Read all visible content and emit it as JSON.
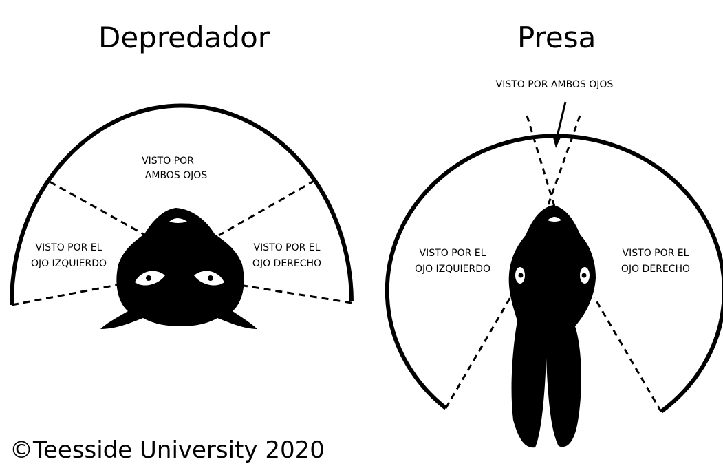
{
  "predator": {
    "title": "Depredador",
    "binocular_label_1": "VISTO POR",
    "binocular_label_2": "AMBOS OJOS",
    "left_label_1": "VISTO POR EL",
    "left_label_2": "OJO IZQUIERDO",
    "right_label_1": "VISTO POR EL",
    "right_label_2": "OJO DERECHO"
  },
  "prey": {
    "title": "Presa",
    "binocular_label": "VISTO POR AMBOS OJOS",
    "left_label_1": "VISTO POR EL",
    "left_label_2": "OJO IZQUIERDO",
    "right_label_1": "VISTO POR EL",
    "right_label_2": "OJO DERECHO"
  },
  "copyright": "©Teesside University 2020",
  "colors": {
    "ink": "#000000",
    "background": "#ffffff"
  }
}
